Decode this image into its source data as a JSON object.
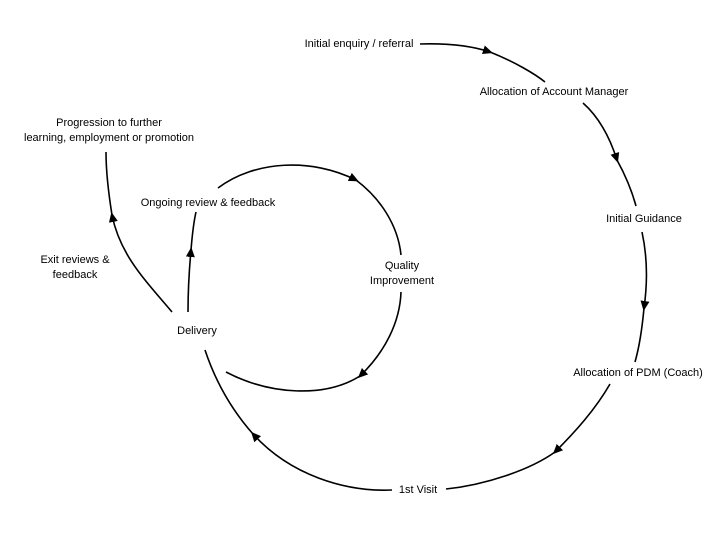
{
  "diagram": {
    "stages": {
      "enquiry": "Initial enquiry / referral",
      "account_manager": "Allocation of Account Manager",
      "guidance": "Initial Guidance",
      "pdm": "Allocation of PDM (Coach)",
      "first_visit": "1st Visit",
      "delivery": "Delivery",
      "progression_line1": "Progression to further",
      "progression_line2": "learning, employment or promotion",
      "exit_line1": "Exit reviews &",
      "exit_line2": "feedback",
      "ongoing_review": "Ongoing review & feedback",
      "quality_line1": "Quality",
      "quality_line2": "Improvement"
    },
    "colors": {
      "line": "#000000",
      "background": "#ffffff"
    }
  }
}
